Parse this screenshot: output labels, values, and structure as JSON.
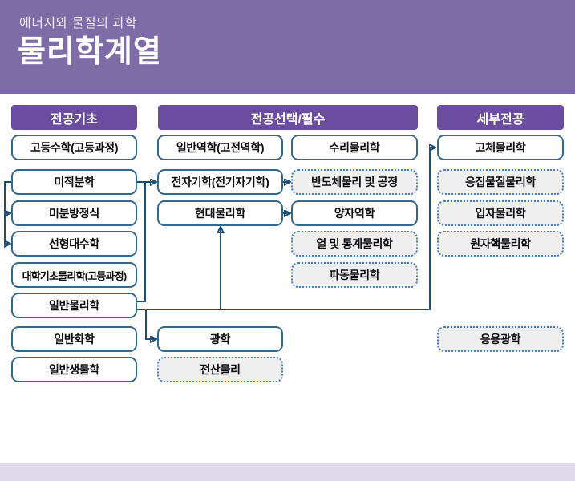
{
  "header": {
    "subtitle": "에너지와 물질의 과학",
    "title": "물리학계열"
  },
  "columns": {
    "basics": {
      "header": "전공기초"
    },
    "electives": {
      "header": "전공선택/필수"
    },
    "specializations": {
      "header": "세부전공"
    }
  },
  "boxes": {
    "hs_math": {
      "label": "고등수학(고등과정)",
      "style": "solid"
    },
    "calculus": {
      "label": "미적분학",
      "style": "solid"
    },
    "ode": {
      "label": "미분방정식",
      "style": "solid"
    },
    "linear_algebra": {
      "label": "선형대수학",
      "style": "solid"
    },
    "univ_basic_physics": {
      "label": "대학기초물리학(고등과정)",
      "style": "solid"
    },
    "general_physics": {
      "label": "일반물리학",
      "style": "solid"
    },
    "general_chem": {
      "label": "일반화학",
      "style": "solid"
    },
    "general_bio": {
      "label": "일반생물학",
      "style": "solid"
    },
    "mechanics": {
      "label": "일반역학(고전역학)",
      "style": "solid"
    },
    "electromagnetism": {
      "label": "전자기학(전기자기학)",
      "style": "solid"
    },
    "modern_physics": {
      "label": "현대물리학",
      "style": "solid"
    },
    "optics": {
      "label": "광학",
      "style": "solid"
    },
    "computational_physics": {
      "label": "전산물리",
      "style": "dotted"
    },
    "math_physics": {
      "label": "수리물리학",
      "style": "solid"
    },
    "semiconductor": {
      "label": "반도체물리 및 공정",
      "style": "dotted"
    },
    "quantum": {
      "label": "양자역학",
      "style": "solid"
    },
    "thermal_stat": {
      "label": "열 및 통계물리학",
      "style": "dotted"
    },
    "wave_physics": {
      "label": "파동물리학",
      "style": "dotted"
    },
    "solid_state": {
      "label": "고체물리학",
      "style": "solid"
    },
    "condensed_matter": {
      "label": "응집물질물리학",
      "style": "dotted"
    },
    "particle": {
      "label": "입자물리학",
      "style": "dotted"
    },
    "nuclear": {
      "label": "원자핵물리학",
      "style": "dotted"
    },
    "applied_optics": {
      "label": "응용광학",
      "style": "dotted"
    }
  },
  "colors": {
    "banner_bg": "#7D6CA6",
    "column_header_bg": "#6A4D9F",
    "solid_box_border": "#34688C",
    "dotted_box_border": "#4A7CC2",
    "dotted_box_bg": "#EFEFEF",
    "connector_line": "#1F4E79",
    "footer_bar_bg": "#DFD9EA"
  }
}
